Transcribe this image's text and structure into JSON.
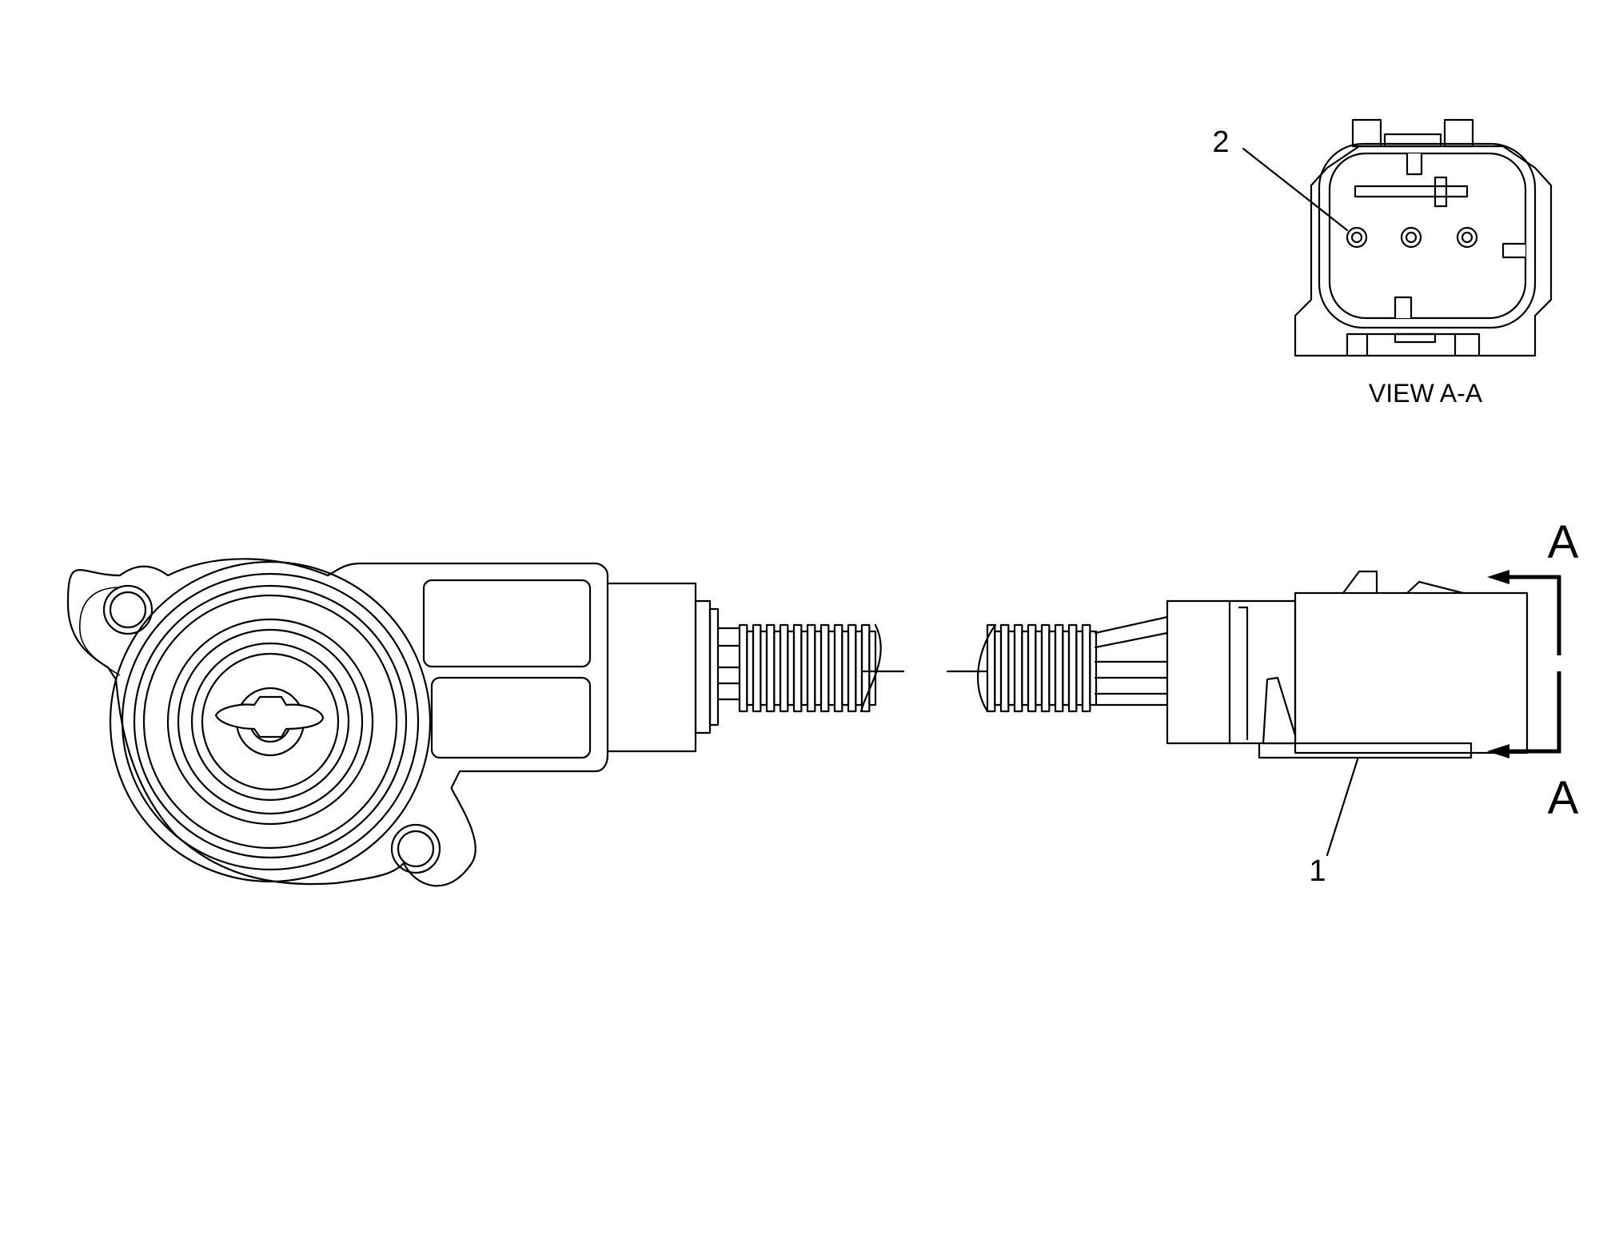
{
  "callouts": {
    "connector": "1",
    "pin": "2"
  },
  "section_view": {
    "title": "VIEW A-A",
    "marker_top": "A",
    "marker_bottom": "A"
  }
}
